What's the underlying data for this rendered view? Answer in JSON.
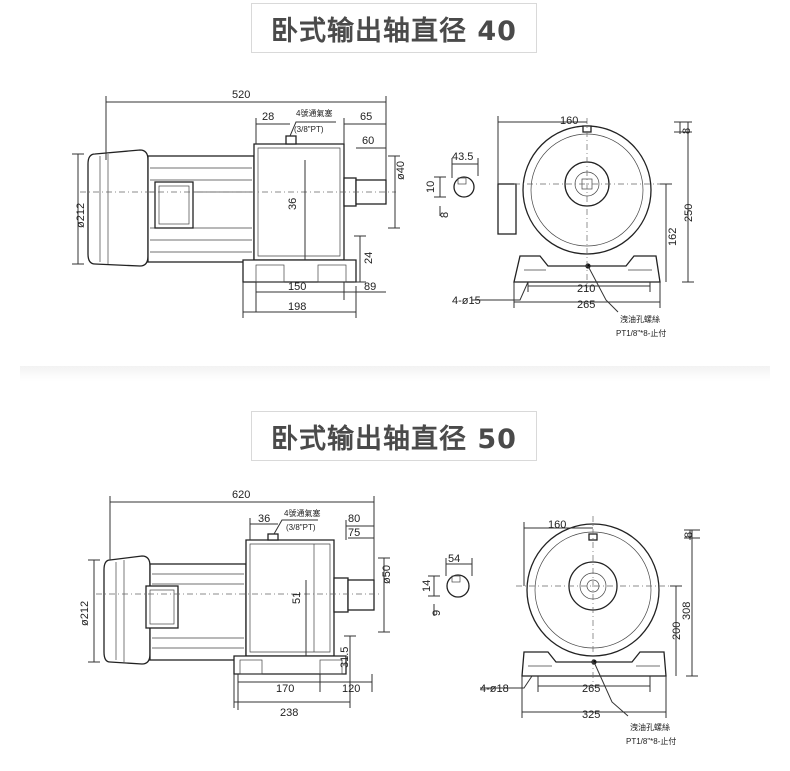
{
  "section1": {
    "title": "卧式输出轴直径 40",
    "labels": {
      "d520": "520",
      "d28": "28",
      "vent_note": "4號通氣塞",
      "vent_spec": "(3/8\"PT)",
      "d65": "65",
      "d60": "60",
      "d40": "ø40",
      "d43_5": "43.5",
      "d10": "10",
      "d8b": "8",
      "d212": "ø212",
      "d36": "36",
      "d24": "24",
      "d150": "150",
      "d89": "89",
      "d198": "198",
      "d160": "160",
      "d8": "8",
      "d250": "250",
      "d162": "162",
      "d210": "210",
      "d265": "265",
      "holes": "4-ø15",
      "drain_note": "洩油孔螺絲",
      "drain_spec": "PT1/8\"*8-止付"
    }
  },
  "section2": {
    "title": "卧式输出轴直径 50",
    "labels": {
      "d620": "620",
      "d36": "36",
      "vent_note": "4號通氣塞",
      "vent_spec": "(3/8\"PT)",
      "d80": "80",
      "d75": "75",
      "d50": "ø50",
      "d54": "54",
      "d14": "14",
      "d9": "9",
      "d212": "ø212",
      "d51": "51",
      "d31_5": "31.5",
      "d170": "170",
      "d120": "120",
      "d238": "238",
      "d160": "160",
      "d8": "8",
      "d308": "308",
      "d200": "200",
      "d265": "265",
      "d325": "325",
      "holes": "4-ø18",
      "drain_note": "洩油孔螺絲",
      "drain_spec": "PT1/8\"*8-止付"
    }
  },
  "colors": {
    "title_text": "#4a4a4a",
    "line": "#222222",
    "border": "#d9d9d9",
    "band": "#f2f2f2"
  }
}
